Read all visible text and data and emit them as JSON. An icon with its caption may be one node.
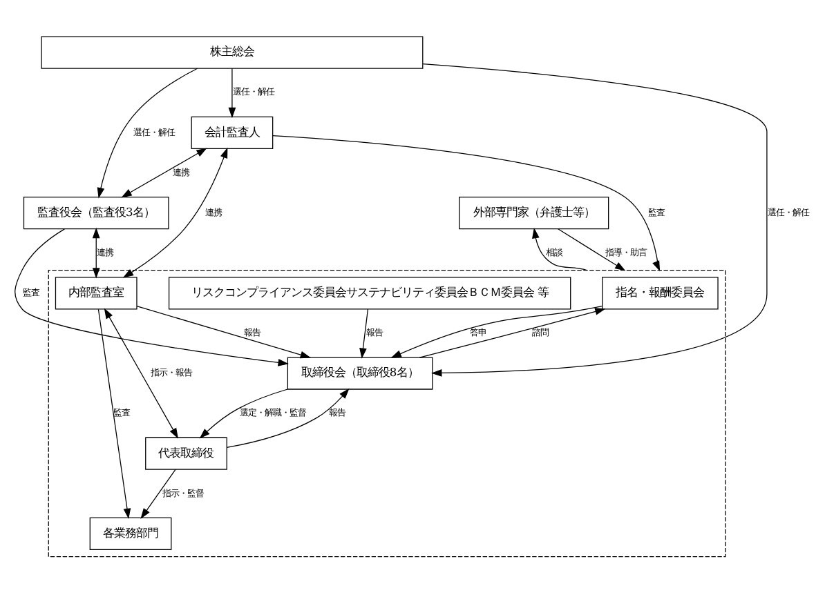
{
  "diagram": {
    "nodes": [
      {
        "text": [
          "株主総会"
        ]
      },
      {
        "text": [
          "会計監査人"
        ]
      },
      {
        "text": [
          "監査役会（監査役3名）"
        ]
      },
      {
        "text": [
          "外部専門家（弁護士等）"
        ]
      },
      {
        "text": [],
        "shape": "box"
      },
      {
        "text": [
          "指名・報酬委員会"
        ],
        "in": 4
      },
      {
        "text": [
          "取締役会（取締役8名）"
        ],
        "in": 4
      },
      {
        "text": [
          "内部監査室"
        ],
        "in": 4
      },
      {
        "text": [
          "代表取締役"
        ],
        "in": 4
      },
      {
        "text": [
          "リスクコンプライアンス委員会サステナビリティ委員会ＢＣＭ委員会 等"
        ],
        "in": 4
      },
      {
        "text": [
          "各業務部門"
        ],
        "in": 4
      }
    ],
    "edges": [
      {
        "from": 0,
        "to": 1,
        "arrow": "to",
        "label": "選任・解任"
      },
      {
        "from": 0,
        "to": 2,
        "arrow": "to",
        "label": "選任・解任"
      },
      {
        "from": 0,
        "to": 6,
        "arrow": "to",
        "label": "選任・解任"
      },
      {
        "from": 1,
        "to": 2,
        "arrow": "both",
        "label": "連携"
      },
      {
        "from": 1,
        "to": 4,
        "arrow": "to",
        "label": "監査"
      },
      {
        "from": 2,
        "to": 6,
        "arrow": "to",
        "label": "監査"
      },
      {
        "from": 1,
        "to": 7,
        "arrow": "both",
        "label": "連携"
      },
      {
        "from": 2,
        "to": 7,
        "arrow": "both",
        "label": "連携"
      },
      {
        "from": 4,
        "to": 3,
        "arrow": "to",
        "label": "相談"
      },
      {
        "from": 3,
        "to": 4,
        "arrow": "to",
        "label": "指導・助言"
      },
      {
        "from": 6,
        "to": 5,
        "arrow": "to",
        "label": "諮問"
      },
      {
        "from": 5,
        "to": 6,
        "arrow": "to",
        "label": "答申"
      },
      {
        "from": 7,
        "to": 6,
        "arrow": "to",
        "label": "報告"
      },
      {
        "from": 8,
        "to": 6,
        "arrow": "to",
        "label": "報告"
      },
      {
        "from": 6,
        "to": 8,
        "arrow": "to",
        "label": "選定・解職・監督"
      },
      {
        "from": 9,
        "to": 6,
        "arrow": "to",
        "label": "報告"
      },
      {
        "from": 7,
        "to": 8,
        "arrow": "both",
        "label": "指示・報告"
      },
      {
        "from": 7,
        "to": 10,
        "arrow": "to",
        "label": "監査"
      },
      {
        "from": 8,
        "to": 10,
        "arrow": "to",
        "label": "指示・監督"
      }
    ]
  }
}
